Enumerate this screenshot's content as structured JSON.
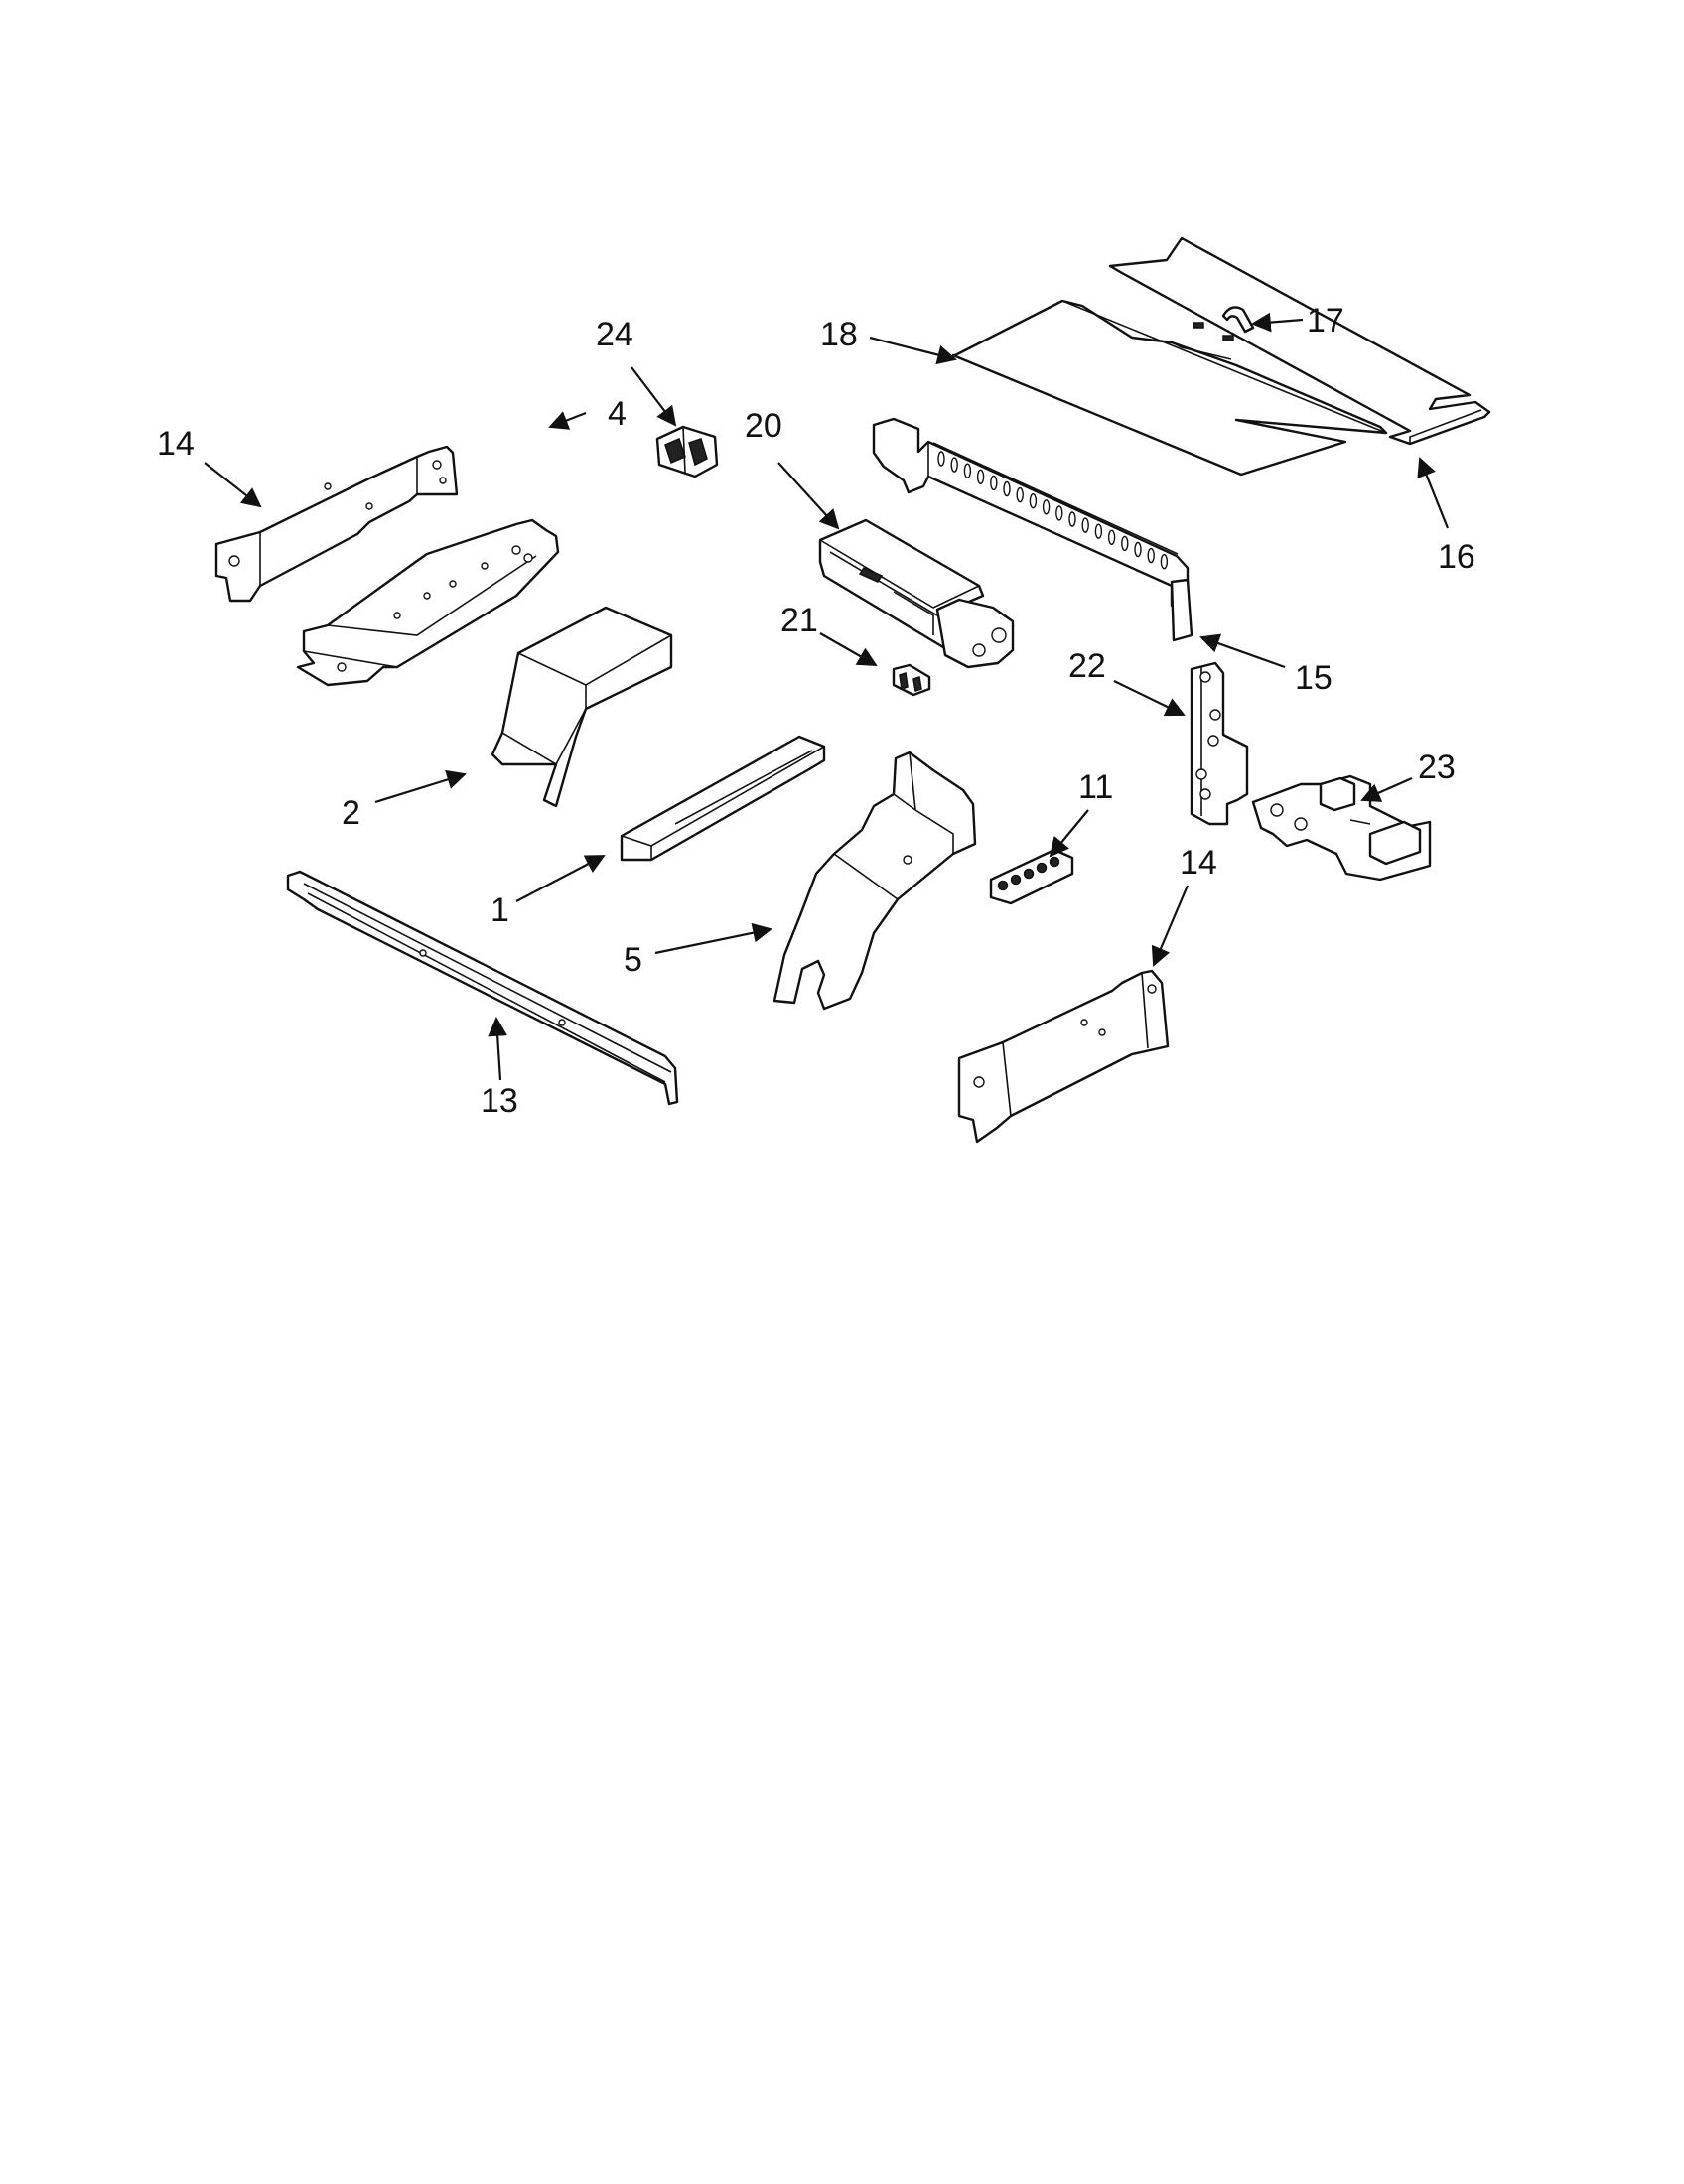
{
  "diagram": {
    "callouts": [
      {
        "id": "c24",
        "label": "24"
      },
      {
        "id": "c18",
        "label": "18"
      },
      {
        "id": "c17",
        "label": "17"
      },
      {
        "id": "c14a",
        "label": "14"
      },
      {
        "id": "c4",
        "label": "4"
      },
      {
        "id": "c20",
        "label": "20"
      },
      {
        "id": "c16",
        "label": "16"
      },
      {
        "id": "c21",
        "label": "21"
      },
      {
        "id": "c15",
        "label": "15"
      },
      {
        "id": "c22",
        "label": "22"
      },
      {
        "id": "c23",
        "label": "23"
      },
      {
        "id": "c2",
        "label": "2"
      },
      {
        "id": "c11",
        "label": "11"
      },
      {
        "id": "c1",
        "label": "1"
      },
      {
        "id": "c14b",
        "label": "14"
      },
      {
        "id": "c5",
        "label": "5"
      },
      {
        "id": "c13",
        "label": "13"
      }
    ]
  }
}
